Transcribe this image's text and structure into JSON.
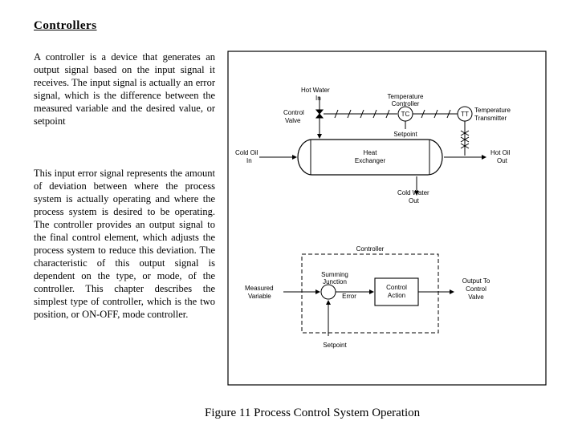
{
  "heading": "Controllers",
  "paragraphs": [
    "A controller is a device that generates an output signal based on the input signal it receives. The input signal is actually an error signal, which is the difference between the measured variable and the desired value, or setpoint",
    "This input error signal represents the amount of deviation between where the process system is actually operating and where the process system is desired to be operating. The controller provides an output signal to the final control element, which adjusts the process system to reduce this deviation. The characteristic of this output signal is dependent on the type, or mode, of the controller. This chapter describes the simplest type of controller, which is the two position, or ON-OFF, mode controller."
  ],
  "figure": {
    "caption": "Figure 11   Process Control System Operation",
    "labels": {
      "hot_water_in_1": "Hot Water",
      "hot_water_in_2": "In",
      "control_valve_1": "Control",
      "control_valve_2": "Valve",
      "temp_controller_1": "Temperature",
      "temp_controller_2": "Controller",
      "tc": "TC",
      "tt": "TT",
      "setpoint_top": "Setpoint",
      "temp_transmitter_1": "Temperature",
      "temp_transmitter_2": "Transmitter",
      "cold_oil_1": "Cold Oil",
      "cold_oil_2": "In",
      "heat_exchanger_1": "Heat",
      "heat_exchanger_2": "Exchanger",
      "hot_oil_1": "Hot Oil",
      "hot_oil_2": "Out",
      "cold_water_1": "Cold Water",
      "cold_water_2": "Out",
      "controller_box": "Controller",
      "summing_1": "Summing",
      "summing_2": "Junction",
      "measured_1": "Measured",
      "measured_2": "Variable",
      "error": "Error",
      "control_action_1": "Control",
      "control_action_2": "Action",
      "output_1": "Output To",
      "output_2": "Control",
      "output_3": "Valve",
      "setpoint_bottom": "Setpoint"
    }
  }
}
